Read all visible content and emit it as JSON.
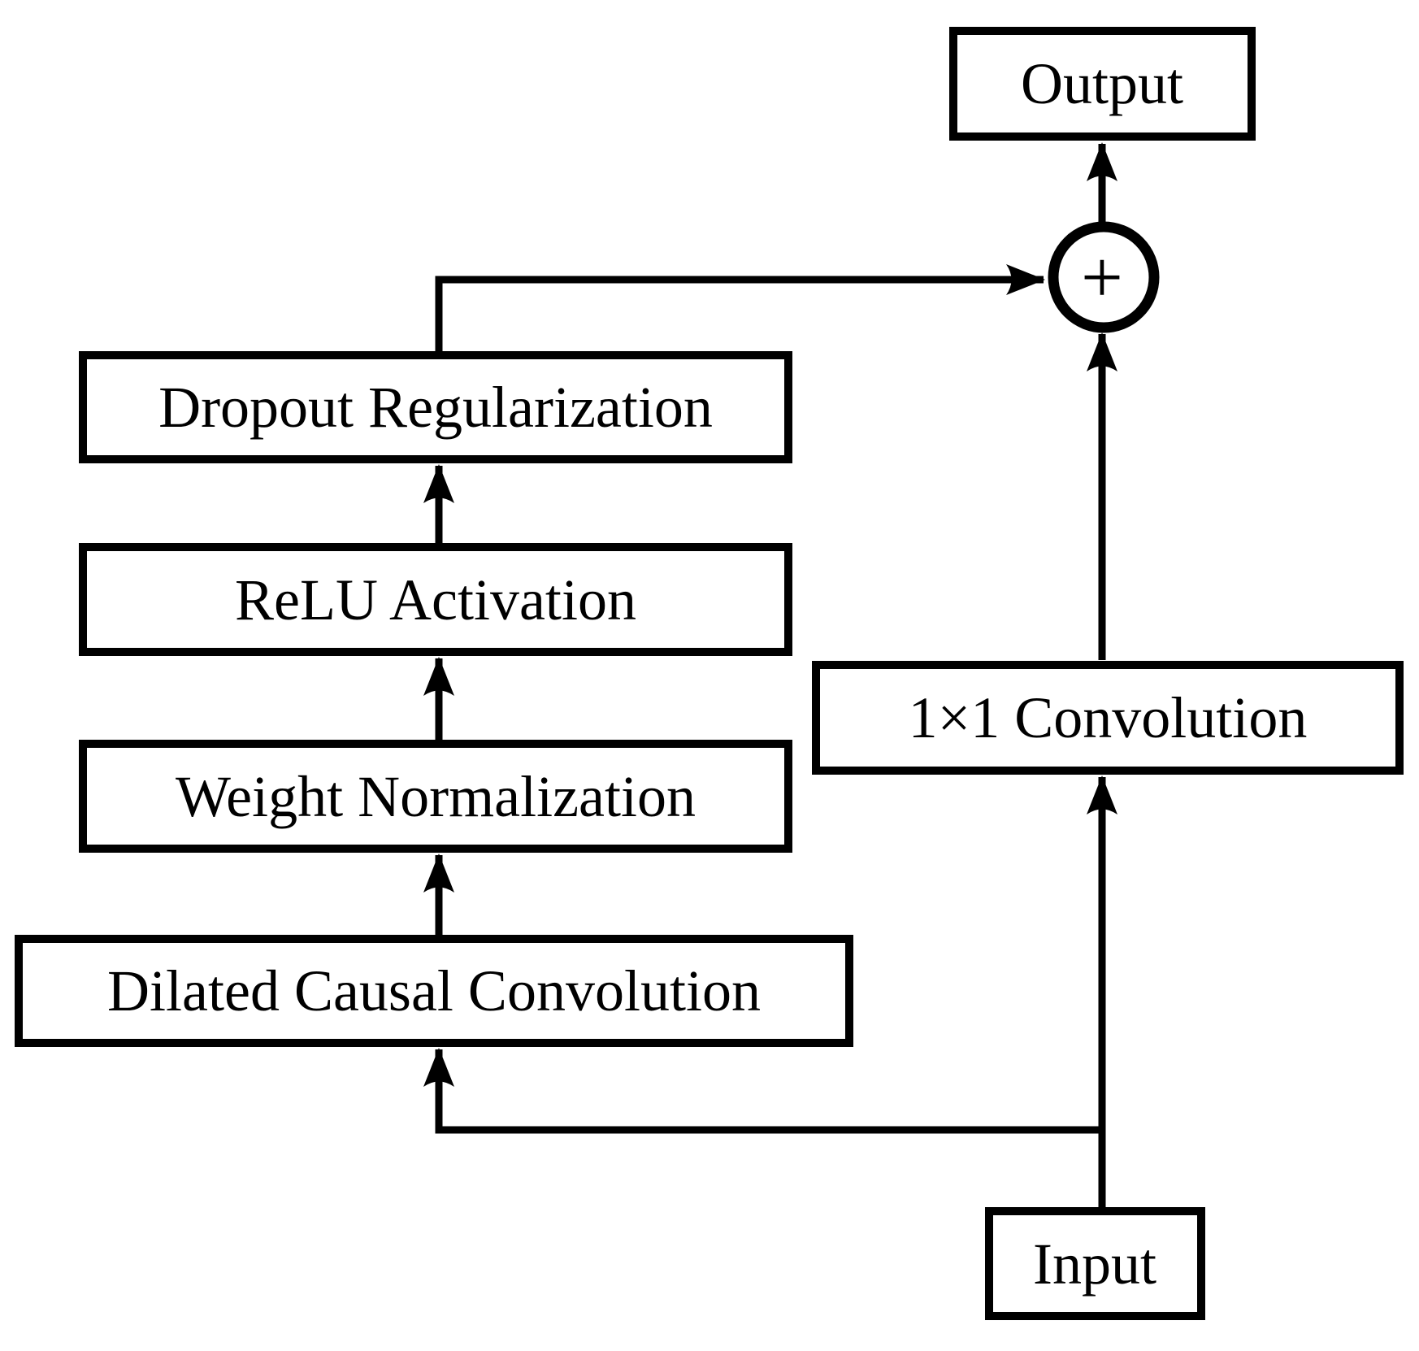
{
  "figure": {
    "colors": {
      "ink": "#000000",
      "background": "#ffffff"
    },
    "nodes": {
      "output": "Output",
      "dropout": "Dropout Regularization",
      "relu": "ReLU Activation",
      "weight_norm": "Weight Normalization",
      "dilated_conv": "Dilated Causal Convolution",
      "conv_1x1": "1×1 Convolution",
      "input": "Input",
      "sum_symbol": "+"
    }
  }
}
